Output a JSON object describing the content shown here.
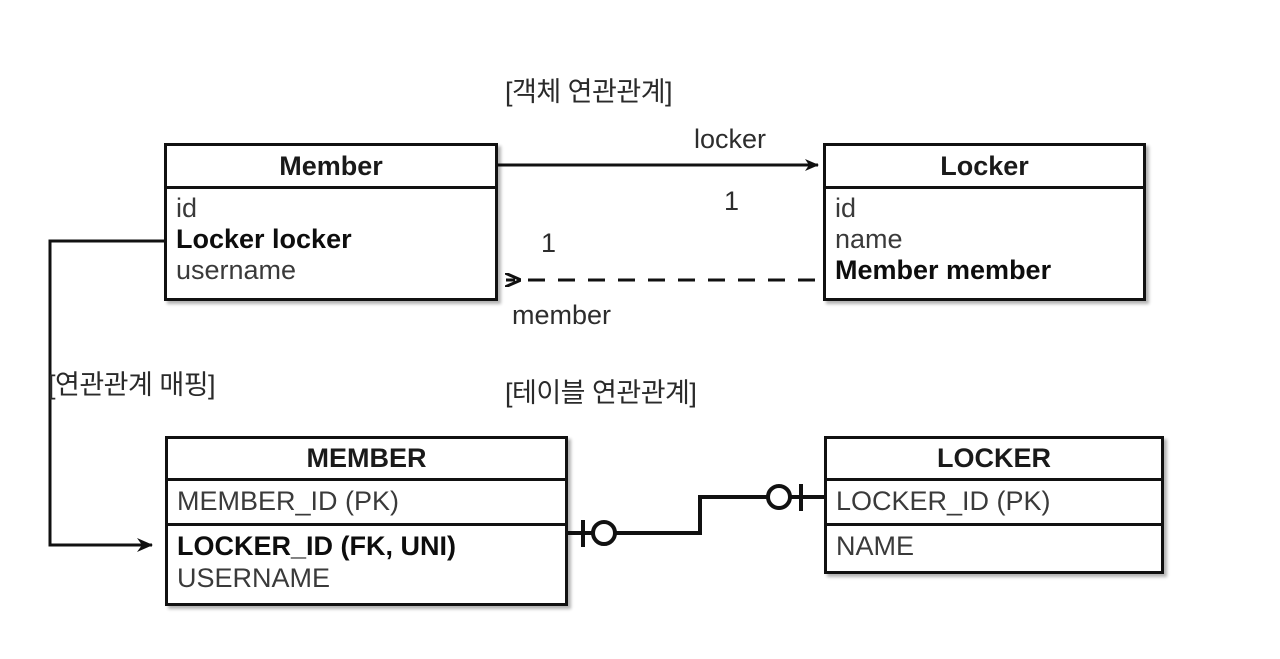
{
  "captions": {
    "object_relation": "[객체 연관관계]",
    "relation_mapping": "[연관관계 매핑]",
    "table_relation": "[테이블 연관관계]"
  },
  "object_model": {
    "member": {
      "title": "Member",
      "attributes": [
        {
          "text": "id",
          "bold": false
        },
        {
          "text": "Locker locker",
          "bold": true
        },
        {
          "text": "username",
          "bold": false
        }
      ]
    },
    "locker": {
      "title": "Locker",
      "attributes": [
        {
          "text": "id",
          "bold": false
        },
        {
          "text": "name",
          "bold": false
        },
        {
          "text": "Member member",
          "bold": true
        }
      ]
    },
    "edges": {
      "forward_label": "locker",
      "forward_cardinality": "1",
      "backward_label": "member",
      "backward_cardinality": "1"
    }
  },
  "table_model": {
    "member_table": {
      "title": "MEMBER",
      "pk_columns": [
        {
          "text": "MEMBER_ID (PK)",
          "bold": false
        }
      ],
      "columns": [
        {
          "text": "LOCKER_ID (FK, UNI)",
          "bold": true
        },
        {
          "text": "USERNAME",
          "bold": false
        }
      ]
    },
    "locker_table": {
      "title": "LOCKER",
      "pk_columns": [
        {
          "text": "LOCKER_ID (PK)",
          "bold": false
        }
      ],
      "columns": [
        {
          "text": "NAME",
          "bold": false
        }
      ]
    },
    "relationship": {
      "left_notation": "zero-or-one",
      "right_notation": "zero-or-one"
    }
  },
  "colors": {
    "line": "#111111",
    "text": "#2d2d2d",
    "attribute_text": "#3a3a3a",
    "background": "#ffffff"
  }
}
